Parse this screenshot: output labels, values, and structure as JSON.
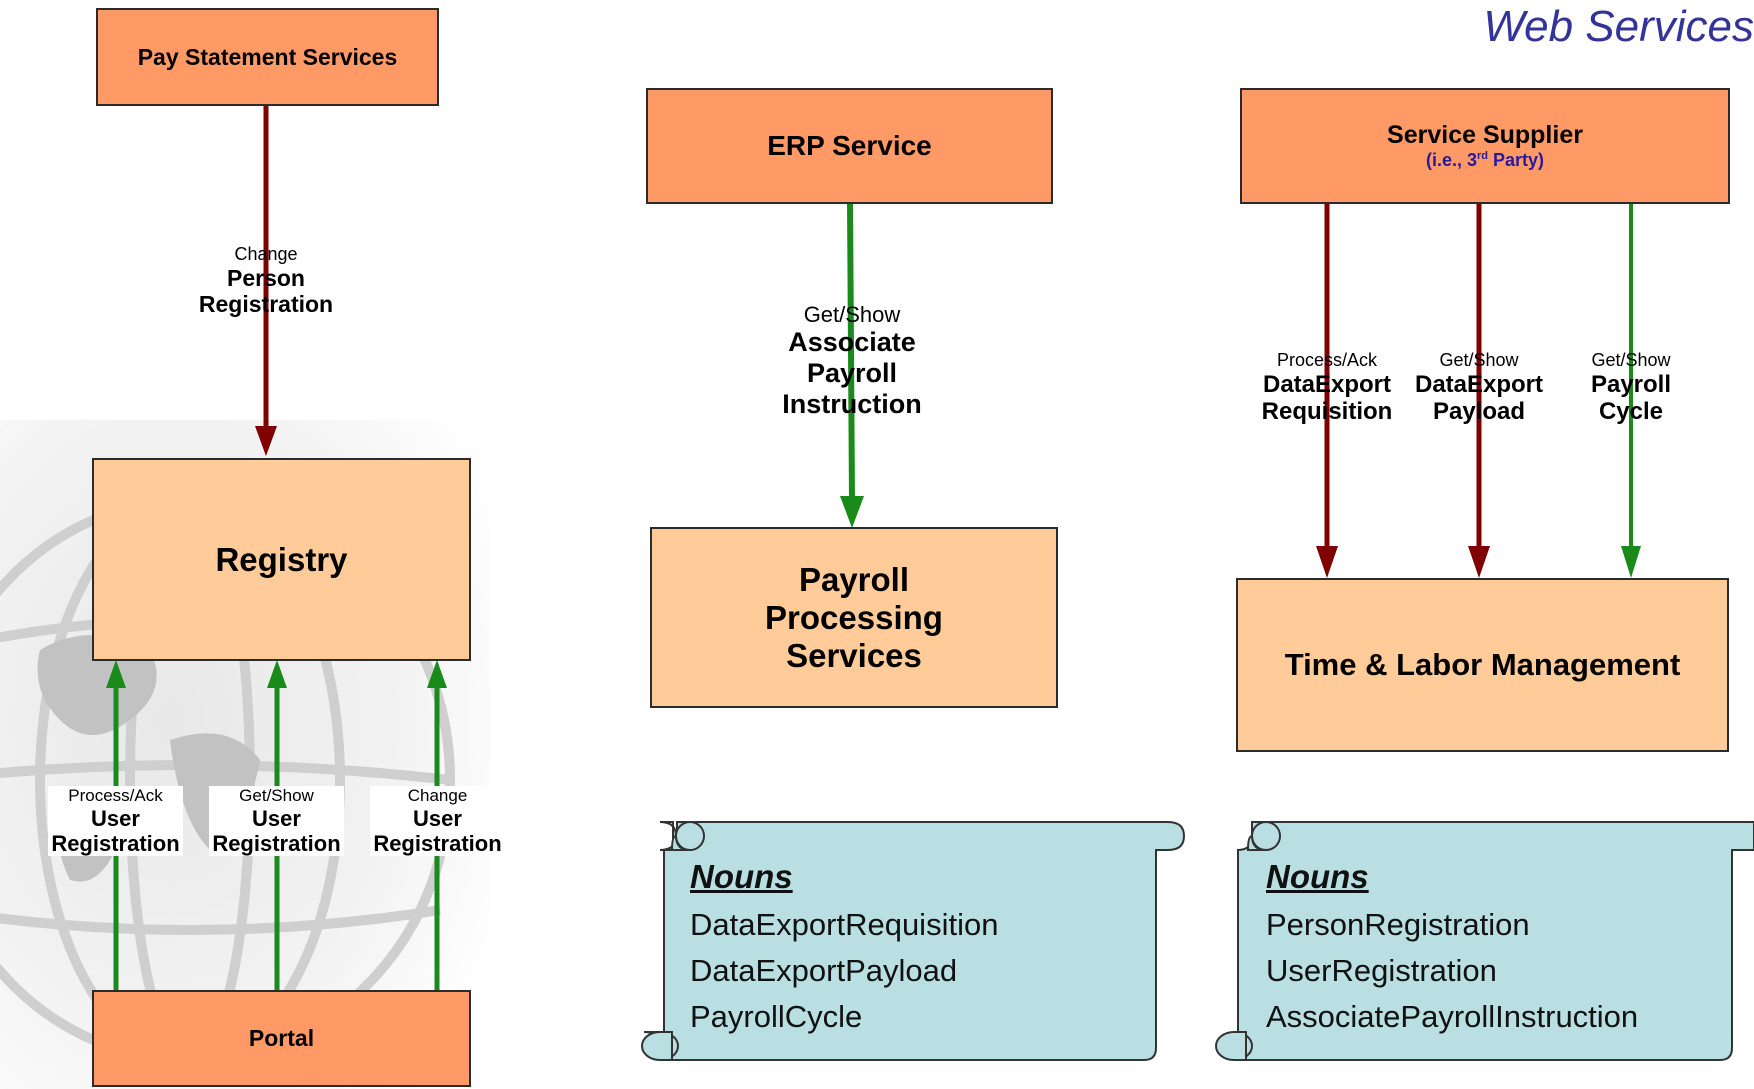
{
  "header": {
    "title": "Web Services"
  },
  "colors": {
    "dark_box": "#ff9966",
    "light_box": "#ffcc99",
    "red_arrow": "#7f0000",
    "green_arrow": "#1a8a1a",
    "scroll": "#b9dfe3",
    "title_blue": "#333399"
  },
  "boxes": {
    "pay_statement": "Pay Statement Services",
    "registry": "Registry",
    "portal": "Portal",
    "erp": "ERP Service",
    "payroll_line1": "Payroll",
    "payroll_line2": "Processing",
    "payroll_line3": "Services",
    "supplier_title": "Service Supplier",
    "supplier_sub_pre": "(i.e., 3",
    "supplier_sub_sup": "rd",
    "supplier_sub_post": " Party)",
    "tlm": "Time & Labor Management"
  },
  "labels": {
    "change_person": {
      "verb": "Change",
      "noun1": "Person",
      "noun2": "Registration"
    },
    "portal_1": {
      "verb": "Process/Ack",
      "noun1": "User",
      "noun2": "Registration"
    },
    "portal_2": {
      "verb": "Get/Show",
      "noun1": "User",
      "noun2": "Registration"
    },
    "portal_3": {
      "verb": "Change",
      "noun1": "User",
      "noun2": "Registration"
    },
    "erp_arrow": {
      "verb": "Get/Show",
      "noun1": "Associate",
      "noun2": "Payroll",
      "noun3": "Instruction"
    },
    "supplier_1": {
      "verb": "Process/Ack",
      "noun1": "DataExport",
      "noun2": "Requisition"
    },
    "supplier_2": {
      "verb": "Get/Show",
      "noun1": "DataExport",
      "noun2": "Payload"
    },
    "supplier_3": {
      "verb": "Get/Show",
      "noun1": "Payroll",
      "noun2": "Cycle"
    }
  },
  "nouns_left": {
    "title": "Nouns",
    "items": [
      "DataExportRequisition",
      "DataExportPayload",
      "PayrollCycle"
    ]
  },
  "nouns_right": {
    "title": "Nouns",
    "items": [
      "PersonRegistration",
      "UserRegistration",
      "AssociatePayrollInstruction"
    ]
  }
}
